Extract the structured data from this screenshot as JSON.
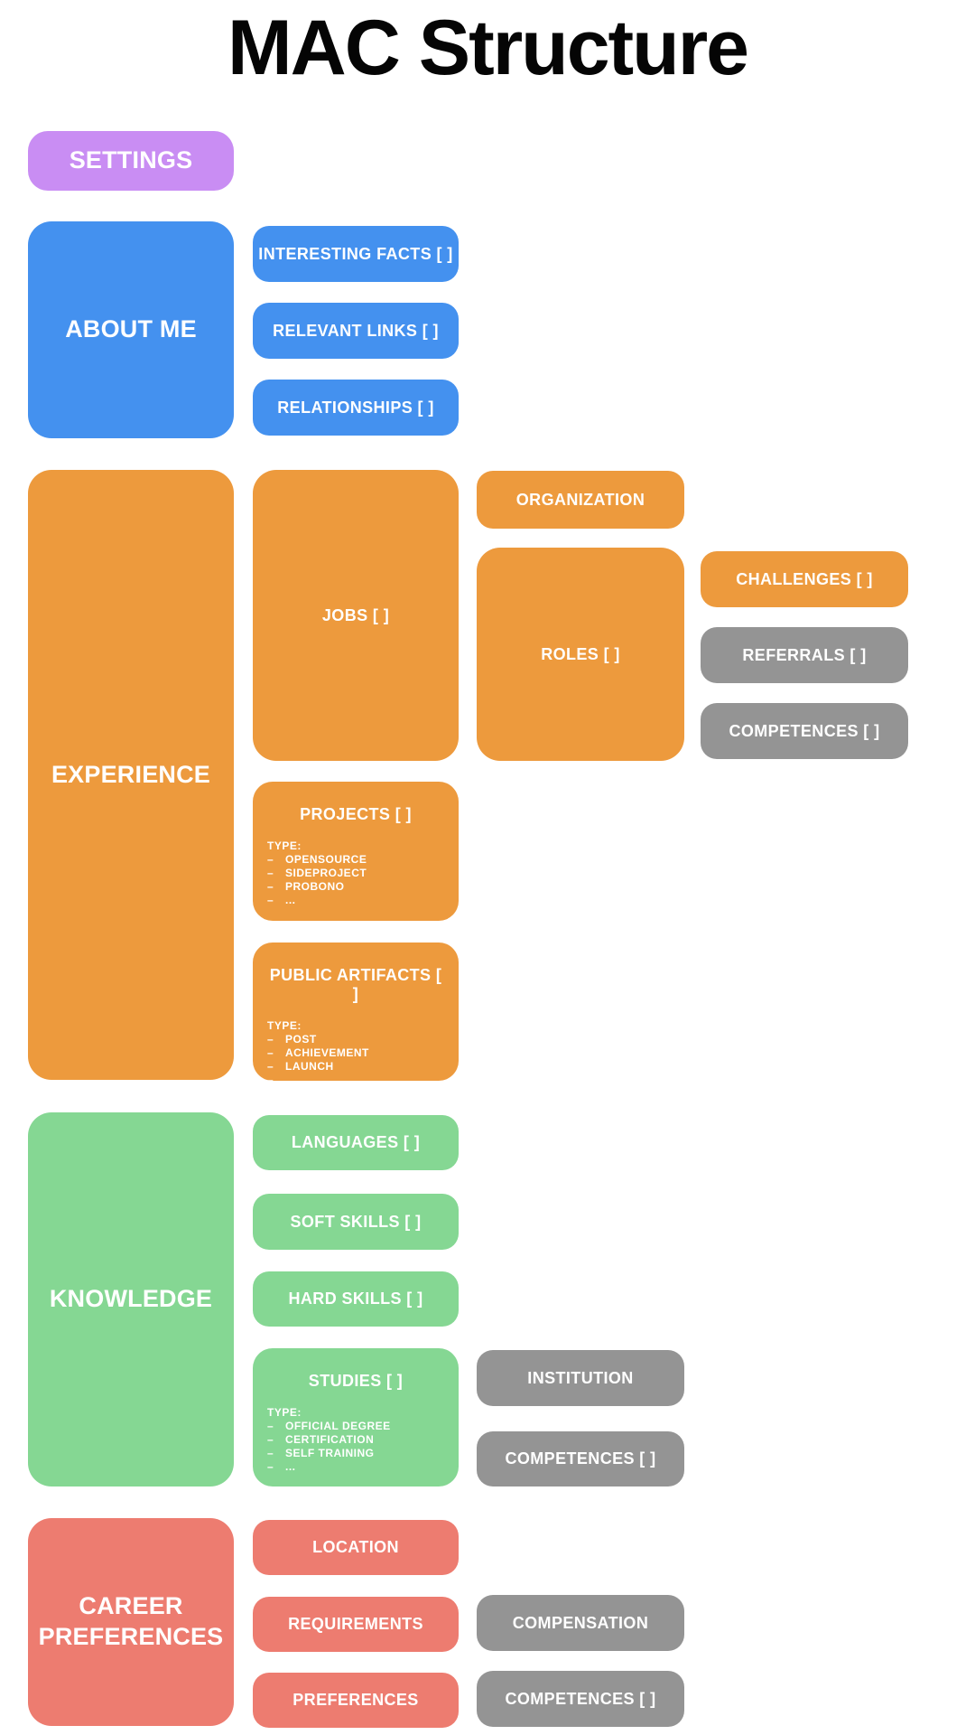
{
  "title": "MAC Structure",
  "list_bullet": "–",
  "colors": {
    "purple": "#c98df3",
    "blue": "#4491ef",
    "orange": "#ed9a3d",
    "green": "#85d793",
    "red": "#ed7c70",
    "gray": "#949494",
    "title_text": "#050505",
    "node_text": "#ffffff",
    "background": "#ffffff"
  },
  "settings": {
    "label": "SETTINGS"
  },
  "about_me": {
    "label": "ABOUT ME",
    "interesting_facts": "INTERESTING FACTS [ ]",
    "relevant_links": "RELEVANT LINKS [ ]",
    "relationships": "RELATIONSHIPS [ ]"
  },
  "experience": {
    "label": "EXPERIENCE",
    "jobs": "JOBS [ ]",
    "organization": "ORGANIZATION",
    "roles": "ROLES [ ]",
    "challenges": "CHALLENGES [ ]",
    "referrals": "REFERRALS [ ]",
    "competences": "COMPETENCES [ ]",
    "projects": {
      "label": "PROJECTS [ ]",
      "type_title": "TYPE:",
      "types": [
        "OPENSOURCE",
        "SIDEPROJECT",
        "PROBONO",
        "..."
      ]
    },
    "public_artifacts": {
      "label": "PUBLIC ARTIFACTS [ ]",
      "type_title": "TYPE:",
      "types": [
        "POST",
        "ACHIEVEMENT",
        "LAUNCH",
        "..."
      ]
    }
  },
  "knowledge": {
    "label": "KNOWLEDGE",
    "languages": "LANGUAGES [ ]",
    "soft_skills": "SOFT SKILLS [ ]",
    "hard_skills": "HARD SKILLS [ ]",
    "studies": {
      "label": "STUDIES [ ]",
      "type_title": "TYPE:",
      "types": [
        "OFFICIAL DEGREE",
        "CERTIFICATION",
        "SELF TRAINING",
        "..."
      ]
    },
    "institution": "INSTITUTION",
    "competences": "COMPETENCES [ ]"
  },
  "career_preferences": {
    "label": "CAREER PREFERENCES",
    "location": "LOCATION",
    "requirements": "REQUIREMENTS",
    "preferences": "PREFERENCES",
    "compensation": "COMPENSATION",
    "competences": "COMPETENCES [ ]"
  }
}
